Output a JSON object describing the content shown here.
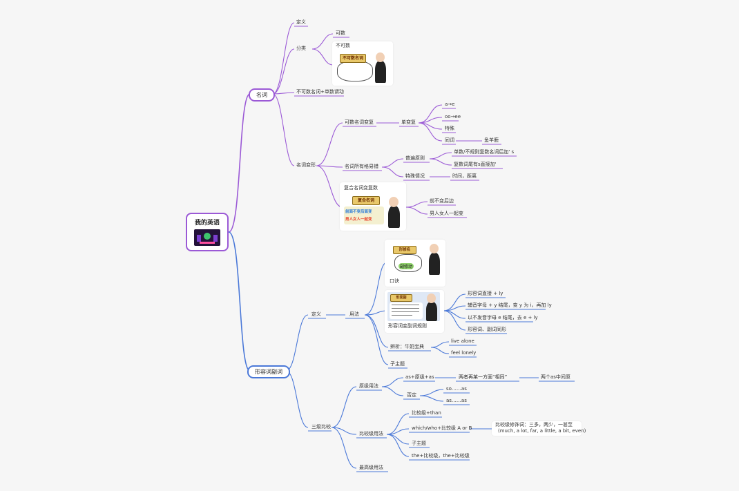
{
  "root": {
    "title": "我的英语"
  },
  "noun": {
    "label": "名词",
    "definition": "定义",
    "classification": "分类",
    "countable": "可数",
    "uncountable": "不可数",
    "uncountable_note": "不可数名词+单数谓动",
    "transformation": "名词变形",
    "countable_plural": "可数名词变复",
    "single_to_plural": "单变复",
    "plural_rules": [
      "a→e",
      "oo→ee",
      "特殊",
      "同词"
    ],
    "same_word_example": "鱼羊鹿",
    "possessive": "名词所有格易错",
    "general_rule": "普遍原则",
    "general_rule_items": [
      "单数/不规则复数名词后加'  s",
      "复数词尾有s直接加'"
    ],
    "special_case": "特殊情况",
    "special_case_item": "时间，距离",
    "compound": "复合名词变复数",
    "compound_items": [
      "前不变后边",
      "男人女人一起变"
    ]
  },
  "adj": {
    "label": "形容词副词",
    "definition": "定义",
    "usage": "用法",
    "mnemonic": "口诀",
    "transform_rules": "形容词变副词规则",
    "rule_items": [
      "形容词直接 + ly",
      "辅音字母 + y 结尾，变 y 为 i，再加 ly",
      "以不发音字母 e 结尾，去 e + ly",
      "形容词、副词同形"
    ],
    "analysis": "辨析：牛奶宝典",
    "analysis_items": [
      "live alone",
      "feel lonely"
    ],
    "subject": "子主题",
    "comparison": "三级比较",
    "positive": "原级用法",
    "positive_items": [
      "as+原级+as",
      "否定"
    ],
    "as_note": "两者再某一方面“相同”",
    "as_note2": "两个as中间原",
    "negative_items": [
      "so……as",
      "as……as"
    ],
    "comparative": "比较级用法",
    "comparative_items": [
      "比较级+than",
      "which/who+比较级 A or B",
      "子主题",
      "the+比较级，the+比较级"
    ],
    "modifier_line1": "比较级修饰词：三多，两少，一甚至",
    "modifier_line2": "(much, a lot, far, a little, a bit, even)",
    "superlative": "最高级用法"
  },
  "image_text": {
    "sign1": "不可数名词",
    "sign2": "复合名词",
    "sub2a": "前面不变后面变",
    "sub2b": "男人女人一起变",
    "sign3": "形修名",
    "sign3b": "副修动",
    "sign4": "形变副"
  },
  "colors": {
    "purple": "#9b59d6",
    "blue": "#4a78d8",
    "background": "#f6f6f6"
  }
}
